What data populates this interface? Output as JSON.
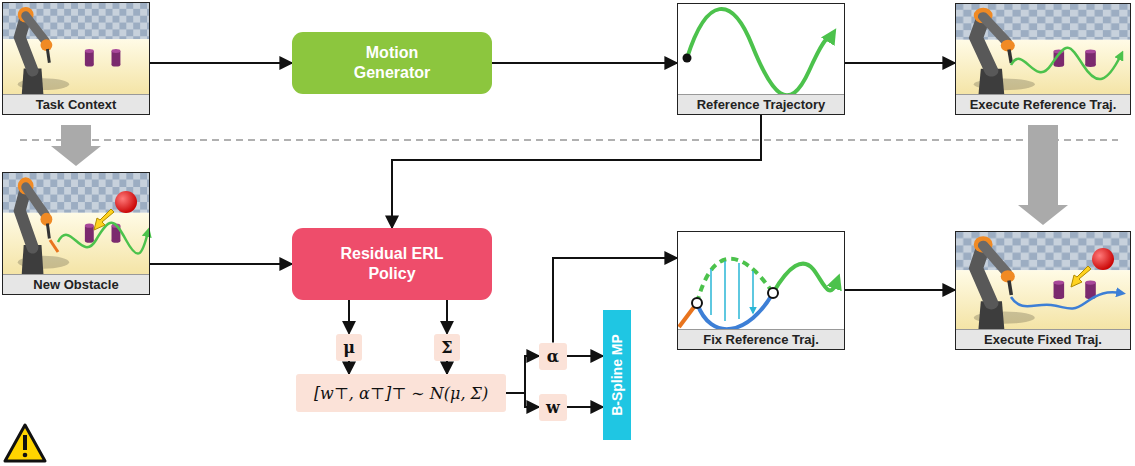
{
  "diagram": {
    "nodes": [
      {
        "text": [
          "Task Context"
        ]
      },
      {
        "text": [
          "Motion Generator"
        ]
      },
      {
        "text": [
          "Reference Trajectory"
        ]
      },
      {
        "text": [
          "Execute Reference Traj."
        ]
      },
      {
        "text": [
          "New Obstacle"
        ]
      },
      {
        "text": [
          "Residual ERL Policy"
        ]
      },
      {
        "text": [
          "μ"
        ]
      },
      {
        "text": [
          "Σ"
        ]
      },
      {
        "text": [
          "[w⊤, α⊤]⊤ ∼ N(μ, Σ)"
        ]
      },
      {
        "text": [
          "α"
        ]
      },
      {
        "text": [
          "w"
        ]
      },
      {
        "text": [
          "B-Spline MP"
        ]
      },
      {
        "text": [
          "Fix Reference Traj."
        ]
      },
      {
        "text": [
          "Execute Fixed Traj."
        ]
      }
    ],
    "edges": [
      {
        "from": 0,
        "to": 1,
        "arrow": "to"
      },
      {
        "from": 1,
        "to": 2,
        "arrow": "to"
      },
      {
        "from": 2,
        "to": 3,
        "arrow": "to"
      },
      {
        "from": 0,
        "to": 4,
        "arrow": "to"
      },
      {
        "from": 3,
        "to": 13,
        "arrow": "to"
      },
      {
        "from": 2,
        "to": 5,
        "arrow": "to"
      },
      {
        "from": 4,
        "to": 5,
        "arrow": "to"
      },
      {
        "from": 5,
        "to": 6,
        "arrow": "to"
      },
      {
        "from": 5,
        "to": 7,
        "arrow": "to"
      },
      {
        "from": 6,
        "to": 8,
        "arrow": "to"
      },
      {
        "from": 7,
        "to": 8,
        "arrow": "to"
      },
      {
        "from": 8,
        "to": 9,
        "arrow": "to"
      },
      {
        "from": 8,
        "to": 10,
        "arrow": "to"
      },
      {
        "from": 9,
        "to": 12,
        "arrow": "to"
      },
      {
        "from": 9,
        "to": 11,
        "arrow": "to"
      },
      {
        "from": 10,
        "to": 11,
        "arrow": "to"
      },
      {
        "from": 12,
        "to": 13,
        "arrow": "to"
      }
    ]
  }
}
